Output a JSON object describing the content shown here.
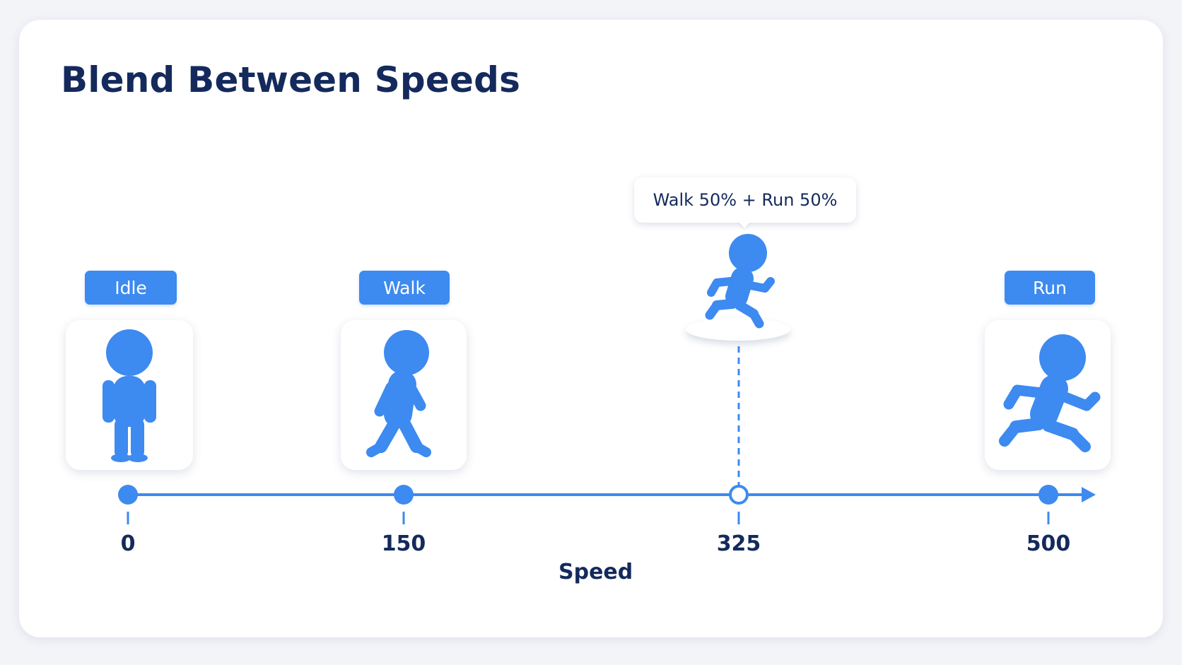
{
  "title": "Blend Between Speeds",
  "accent_color": "#3d8af0",
  "axis": {
    "label": "Speed",
    "min": 0,
    "max": 500,
    "ticks": [
      "0",
      "150",
      "325",
      "500"
    ]
  },
  "states": [
    {
      "label": "Idle",
      "speed": 0,
      "icon": "idle-figure-icon"
    },
    {
      "label": "Walk",
      "speed": 150,
      "icon": "walking-figure-icon"
    },
    {
      "label": "Run",
      "speed": 500,
      "icon": "running-figure-icon"
    }
  ],
  "blend": {
    "speed": 325,
    "label": "Walk 50% + Run 50%",
    "icon": "jogging-figure-icon"
  }
}
